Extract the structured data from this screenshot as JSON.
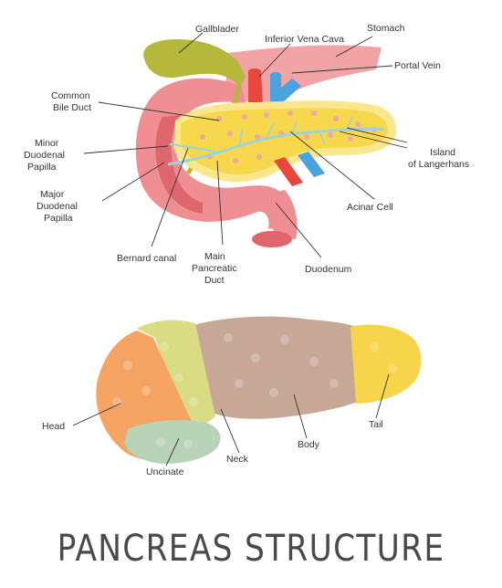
{
  "title": "PANCREAS STRUCTURE",
  "colors": {
    "stomach": "#f2a3a6",
    "gallbladder": "#b5b83a",
    "duodenum": "#ef8e93",
    "pancreas_tissue": "#f7d84c",
    "pancreas_outline": "#fae68c",
    "islet_dot": "#f0a7a7",
    "duct": "#9fd3d6",
    "vena_cava": "#e8473e",
    "portal_vein": "#4aa3dc",
    "head": "#f6a463",
    "neck": "#d9dc82",
    "body": "#c7a897",
    "tail": "#f7d54a",
    "uncinate": "#b8d3b8",
    "title_text": "#4a4a4a"
  },
  "anatomy_labels": {
    "gallbladder": "Gallblader",
    "inferior_vena_cava": "Inferior Vena Cava",
    "stomach": "Stomach",
    "common_bile_duct": [
      "Common",
      "Bile Duct"
    ],
    "portal_vein": "Portal Vein",
    "minor_duodenal_papilla": [
      "Minor",
      "Duodenal",
      "Papilla"
    ],
    "island_of_langerhans": [
      "Island",
      "of Langerhans"
    ],
    "major_duodenal_papilla": [
      "Major",
      "Duodenal",
      "Papilla"
    ],
    "acinar_cell": "Acinar Cell",
    "bernard_canal": "Bernard canal",
    "main_pancreatic_duct": [
      "Main",
      "Pancreatic",
      "Duct"
    ],
    "duodenum": "Duodenum"
  },
  "region_labels": {
    "head": "Head",
    "neck": "Neck",
    "body": "Body",
    "tail": "Tail",
    "uncinate": "Uncinate"
  }
}
